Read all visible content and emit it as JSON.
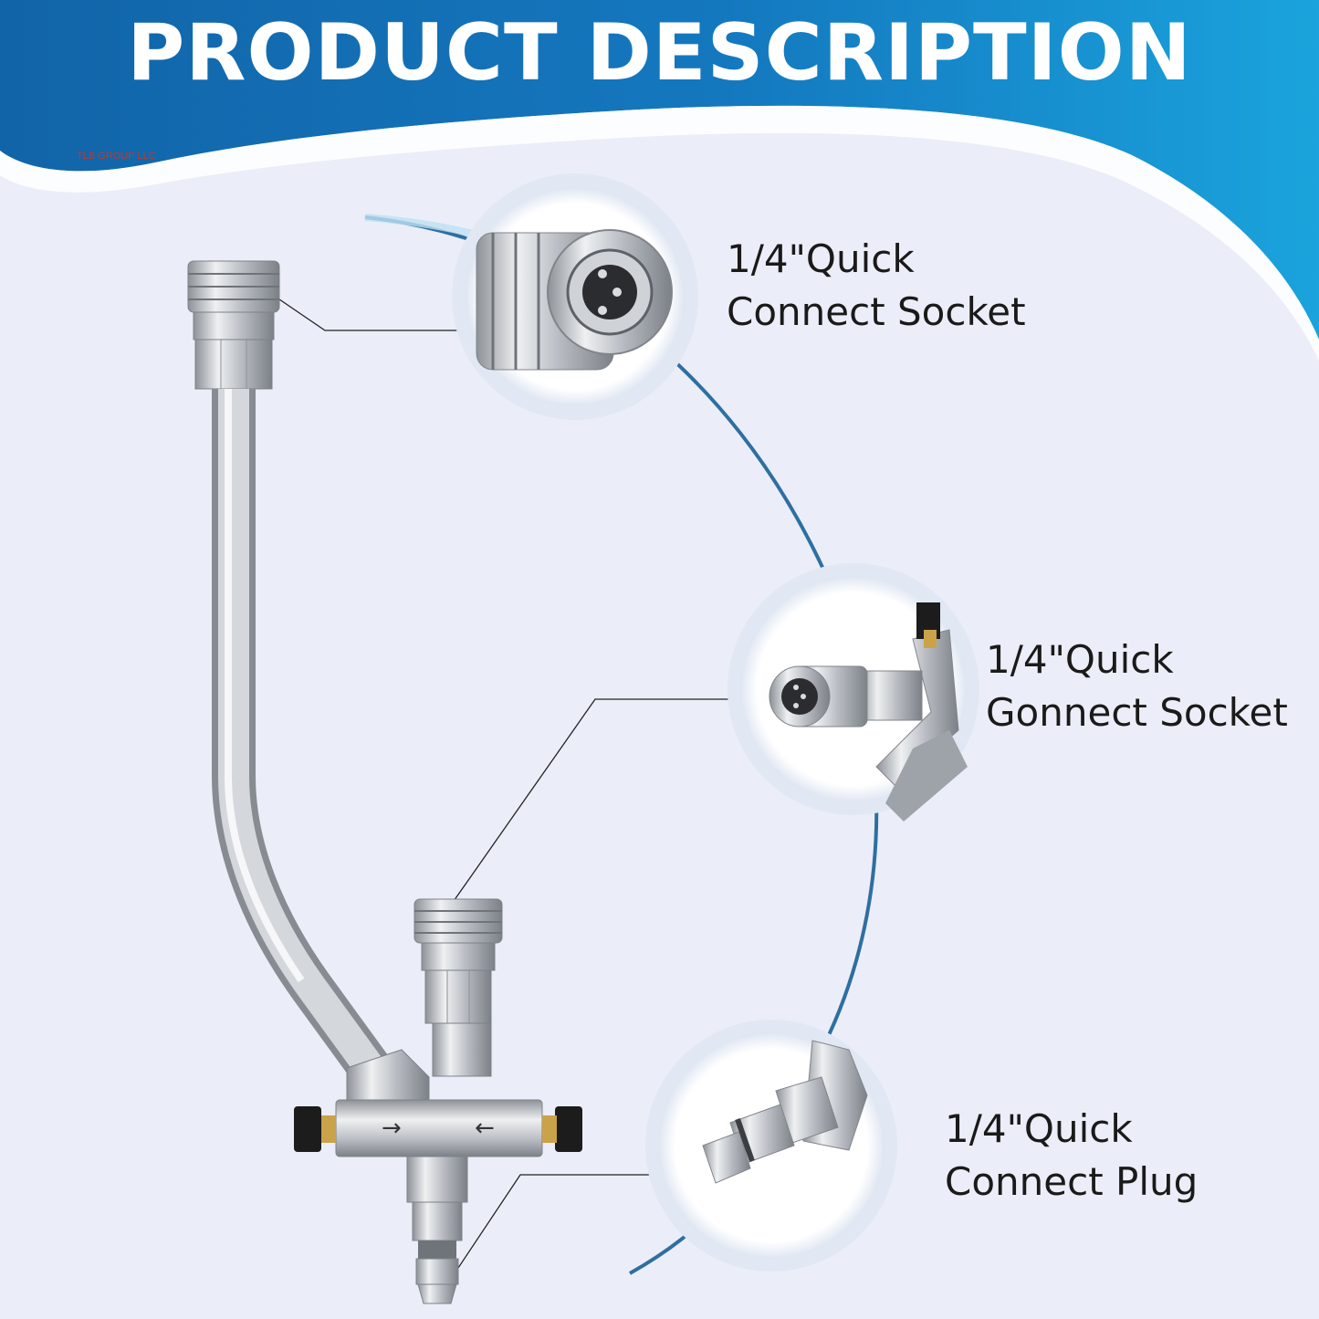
{
  "header": {
    "title": "PRODUCT DESCRIPTION"
  },
  "watermark": {
    "text": "TLB GROUP LLC"
  },
  "callouts": [
    {
      "line1": "1/4\"Quick",
      "line2": "Connect Socket"
    },
    {
      "line1": "1/4\"Quick",
      "line2": "Gonnect Socket"
    },
    {
      "line1": "1/4\"Quick",
      "line2": "Connect Plug"
    }
  ],
  "colors": {
    "header_blue": "#1172b8",
    "header_light_blue": "#1a9ad6",
    "background": "#ebeef8",
    "arc_blue": "#2e6fa0",
    "steel": "#b8bcc2",
    "knob_black": "#1c1c1c",
    "brass": "#c9a24a"
  }
}
